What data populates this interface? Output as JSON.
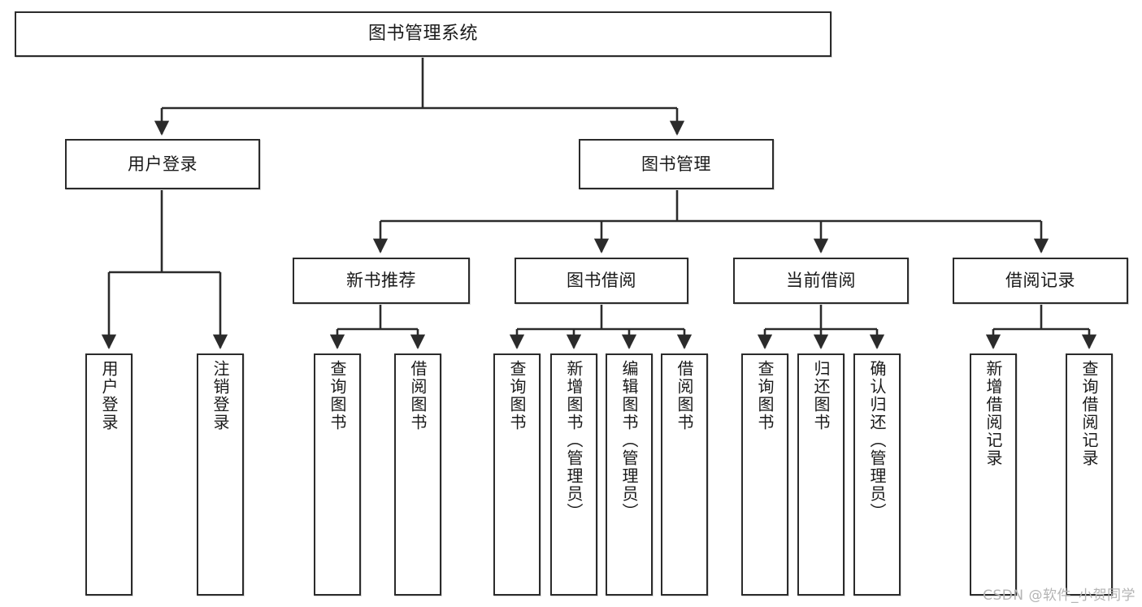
{
  "diagram": {
    "title": "图书管理系统",
    "type": "tree-hierarchy-chart",
    "watermark": "CSDN @软件_小贺同学",
    "colors": {
      "background": "#ffffff",
      "node_border": "#2b2b2b",
      "node_fill": "#ffffff",
      "connector": "#2b2b2b",
      "text": "#1a1a1a",
      "watermark": "#b4b4b4"
    },
    "root": {
      "label": "图书管理系统"
    },
    "level2": [
      {
        "label": "用户登录"
      },
      {
        "label": "图书管理"
      }
    ],
    "level3": [
      {
        "label": "新书推荐"
      },
      {
        "label": "图书借阅"
      },
      {
        "label": "当前借阅"
      },
      {
        "label": "借阅记录"
      }
    ],
    "leaves": {
      "user_login": [
        {
          "label": "用户登录"
        },
        {
          "label": "注销登录"
        }
      ],
      "new_book_recommend": [
        {
          "label": "查询图书"
        },
        {
          "label": "借阅图书"
        }
      ],
      "book_borrow": [
        {
          "label": "查询图书"
        },
        {
          "label": "新增图书（管理员）"
        },
        {
          "label": "编辑图书（管理员）"
        },
        {
          "label": "借阅图书"
        }
      ],
      "current_borrow": [
        {
          "label": "查询图书"
        },
        {
          "label": "归还图书"
        },
        {
          "label": "确认归还（管理员）"
        }
      ],
      "borrow_record": [
        {
          "label": "新增借阅记录"
        },
        {
          "label": "查询借阅记录"
        }
      ]
    }
  }
}
